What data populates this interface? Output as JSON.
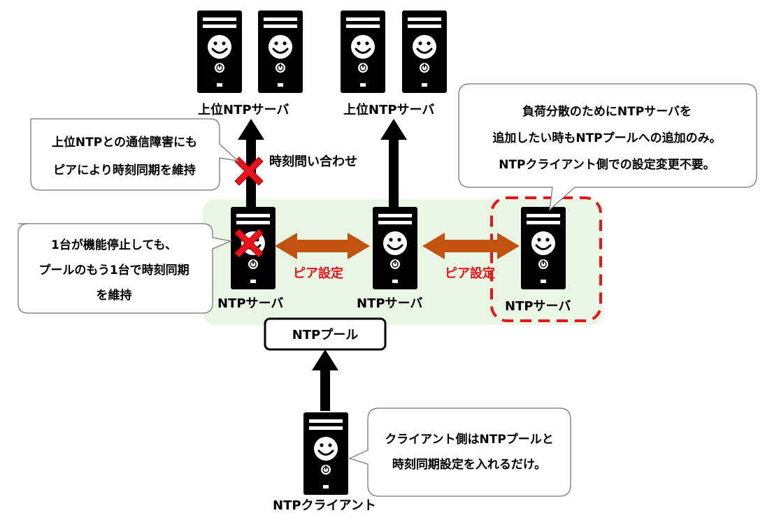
{
  "labels": {
    "upper_server_left": "上位NTPサーバ",
    "upper_server_right": "上位NTPサーバ",
    "time_query": "時刻問い合わせ",
    "ntp_server_1": "NTPサーバ",
    "ntp_server_2": "NTPサーバ",
    "ntp_server_3": "NTPサーバ",
    "peer_setting_1": "ピア設定",
    "peer_setting_2": "ピア設定",
    "ntp_pool": "NTPプール",
    "ntp_client": "NTPクライアント"
  },
  "callouts": {
    "upstream_failure": [
      "上位NTPとの通信障害にも",
      "ピアにより時刻同期を維持"
    ],
    "server_stop": [
      "1台が機能停止しても、",
      "プールのもう1台で時刻同期",
      "を維持"
    ],
    "load_balance": [
      "負荷分散のためにNTPサーバを",
      "追加したい時もNTPプールへの追加のみ。",
      "NTPクライアント側での設定変更不要。"
    ],
    "client_side": [
      "クライアント側はNTPプールと",
      "時刻同期設定を入れるだけ。"
    ]
  },
  "colors": {
    "pool_background": "#eaf6e4",
    "peer_arrow": "#c25210",
    "highlight_red": "#e8141b",
    "server_body": "#000000"
  },
  "icons": {
    "server": "server-tower-smiley-icon",
    "failure": "red-x-icon"
  }
}
